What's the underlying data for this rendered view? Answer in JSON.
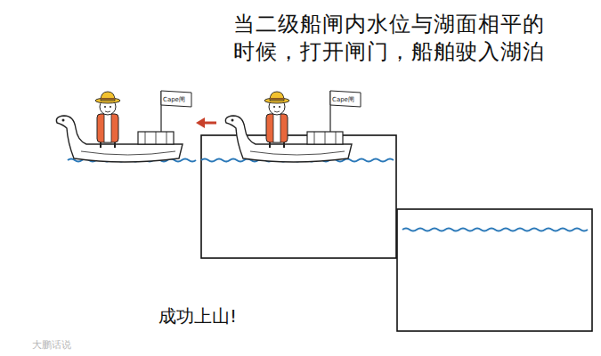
{
  "diagram": {
    "title": "当二级船闸内水位与湖面相平的 时候，打开闸门，船舶驶入湖泊",
    "labels": [
      "Cape闸",
      "Cape闸",
      "成功上山!",
      "大鹏话说"
    ]
  }
}
